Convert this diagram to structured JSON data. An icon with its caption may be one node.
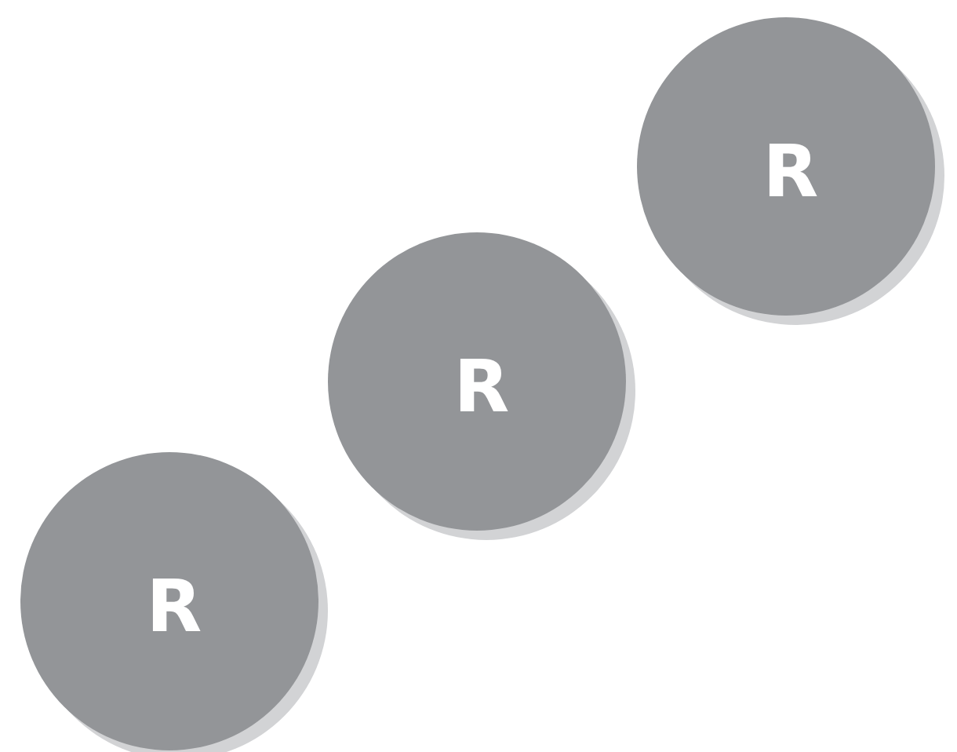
{
  "diagram": {
    "nodes": [
      {
        "text": [
          "R"
        ]
      },
      {
        "text": [
          "R"
        ]
      },
      {
        "text": [
          "R"
        ]
      }
    ]
  }
}
